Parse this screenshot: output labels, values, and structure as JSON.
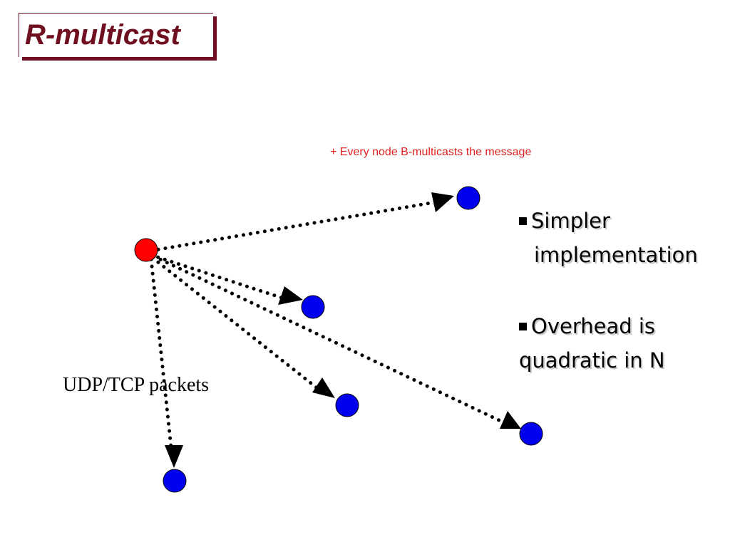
{
  "slide": {
    "title": "R-multicast"
  },
  "diagram": {
    "annotation": "+ Every node B-multicasts the message",
    "packet_label": "UDP/TCP packets",
    "source_node_color": "#ff0000",
    "receiver_node_color": "#0000ee",
    "annotation_color": "#e02020",
    "receiver_count": 5
  },
  "bullets": [
    {
      "line1": "Simpler",
      "line2": "implementation"
    },
    {
      "line1": "Overhead is",
      "line2": "quadratic in N"
    }
  ]
}
